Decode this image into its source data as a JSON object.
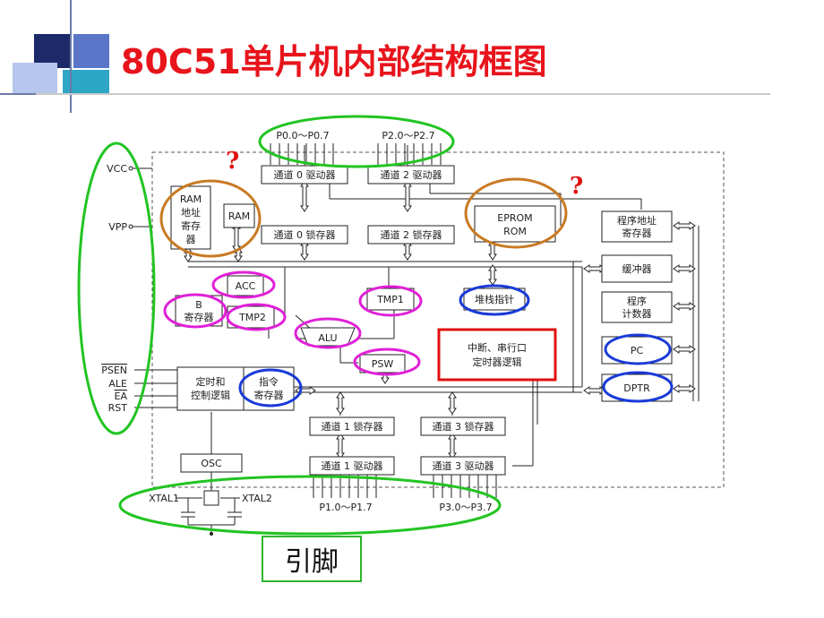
{
  "title": "80C51单片机内部结构框图",
  "caption_box": "引脚",
  "question_marks": [
    "?",
    "?"
  ],
  "colors": {
    "title": "#e8141c",
    "green": "#22c422",
    "orange": "#c97a22",
    "magenta": "#e020d8",
    "blue": "#1a3bd8",
    "red": "#e01010"
  },
  "ports": {
    "p0": "P0.0～P0.7",
    "p2": "P2.0～P2.7",
    "p1": "P1.0～P1.7",
    "p3": "P3.0～P3.7"
  },
  "pins": {
    "vcc": "VCC",
    "vpp": "VPP",
    "psen": "PSEN",
    "ale": "ALE",
    "ea": "EA",
    "rst": "RST",
    "xtal1": "XTAL1",
    "xtal2": "XTAL2"
  },
  "blocks": {
    "ch0_driver": "通道 0 驱动器",
    "ch2_driver": "通道 2 驱动器",
    "ch0_latch": "通道 0 锁存器",
    "ch2_latch": "通道 2 锁存器",
    "ram_addr": [
      "RAM",
      "地址",
      "寄存",
      "器"
    ],
    "ram": "RAM",
    "eprom": [
      "EPROM",
      "ROM"
    ],
    "prog_addr": [
      "程序地址",
      "寄存器"
    ],
    "buffer": "缓冲器",
    "prog_counter": [
      "程序",
      "计数器"
    ],
    "pc": "PC",
    "dptr": "DPTR",
    "acc": "ACC",
    "b_reg": [
      "B",
      "寄存器"
    ],
    "tmp2": "TMP2",
    "tmp1": "TMP1",
    "alu": "ALU",
    "psw": "PSW",
    "stack_ptr": "堆栈指针",
    "interrupt": [
      "中断、串行口",
      "定时器逻辑"
    ],
    "timing_ctrl": [
      "定时和",
      "控制逻辑"
    ],
    "instr_reg": [
      "指令",
      "寄存器"
    ],
    "ch1_latch": "通道 1 锁存器",
    "ch3_latch": "通道 3 锁存器",
    "ch1_driver": "通道 1 驱动器",
    "ch3_driver": "通道 3 驱动器",
    "osc": "OSC"
  }
}
